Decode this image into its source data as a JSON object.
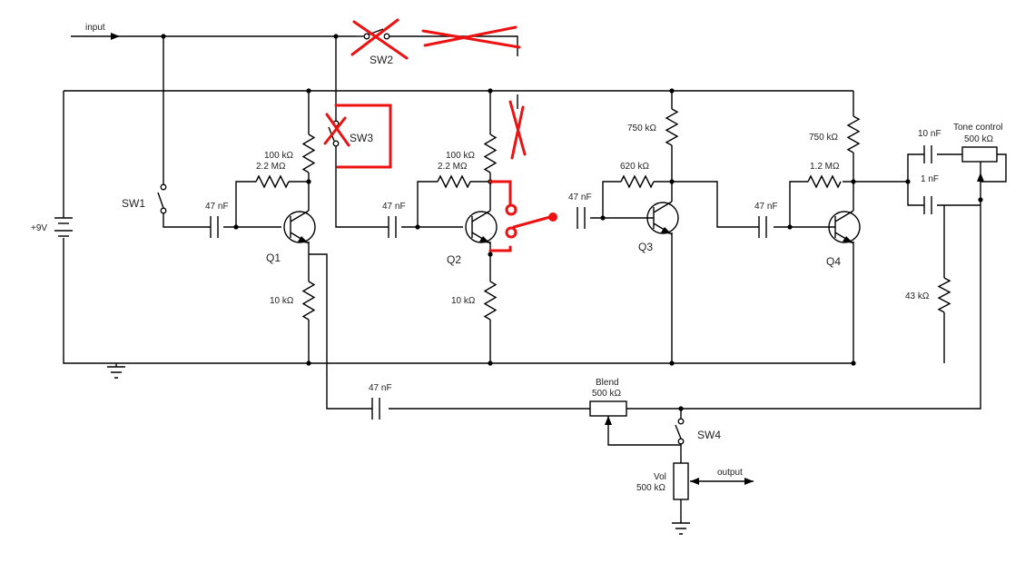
{
  "labels": {
    "input": "input",
    "output": "output",
    "supply": "+9V",
    "sw1": "SW1",
    "sw2": "SW2",
    "sw3": "SW3",
    "sw4": "SW4",
    "q1": "Q1",
    "q2": "Q2",
    "q3": "Q3",
    "q4": "Q4",
    "r_100k_a": "100 kΩ",
    "r_2m2_a": "2.2 MΩ",
    "r_10k_a": "10 kΩ",
    "r_100k_b": "100 kΩ",
    "r_2m2_b": "2.2 MΩ",
    "r_10k_b": "10 kΩ",
    "r_750k_a": "750 kΩ",
    "r_620k": "620 kΩ",
    "r_750k_b": "750 kΩ",
    "r_1m2": "1.2 MΩ",
    "r_43k": "43 kΩ",
    "c_47n_1": "47 nF",
    "c_47n_2": "47 nF",
    "c_47n_3": "47 nF",
    "c_47n_4": "47 nF",
    "c_47n_5": "47 nF",
    "c_10n": "10 nF",
    "c_1n": "1 nF",
    "tone_title": "Tone control",
    "tone_value": "500 kΩ",
    "blend_title": "Blend",
    "blend_value": "500 kΩ",
    "vol_title": "Vol",
    "vol_value": "500 kΩ"
  }
}
